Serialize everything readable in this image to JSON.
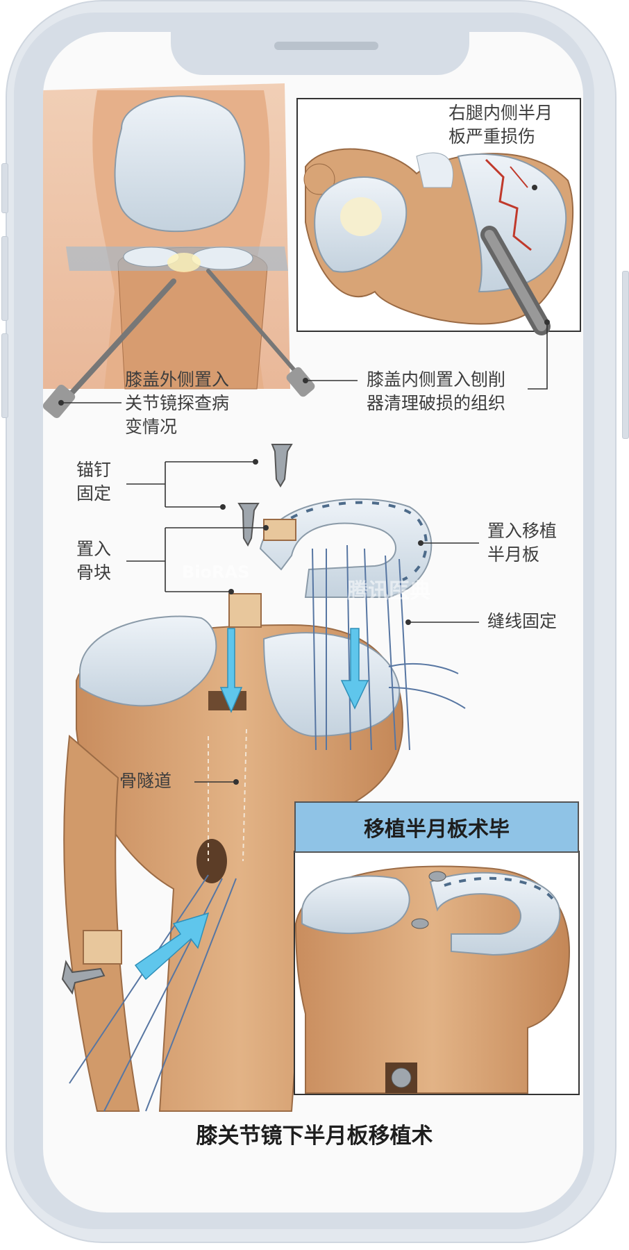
{
  "labels": {
    "inset_damage": "右腿内侧半月\n板严重损伤",
    "lateral_scope": "膝盖外侧置入\n关节镜探查病\n变情况",
    "medial_shaver": "膝盖内侧置入刨削\n器清理破损的组织",
    "anchor_screw": "锚钉\n固定",
    "bone_block": "置入\n骨块",
    "graft": "置入移植\n半月板",
    "suture": "缝线固定",
    "bone_tunnel": "骨隧道"
  },
  "inset_title": "移植半月板术毕",
  "caption": "膝关节镜下半月板移植术",
  "watermark": {
    "left": "BioRAS",
    "right": "腾讯医典"
  },
  "colors": {
    "bone": "#d9a879",
    "cartilage": "#dde6ee",
    "arrow": "#5fc6ec",
    "title_bg": "#8fc3e6"
  }
}
